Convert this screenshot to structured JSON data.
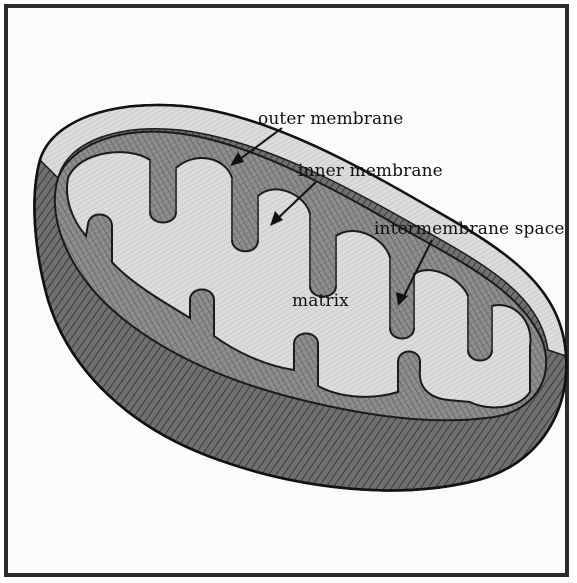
{
  "labels": {
    "outer_membrane": "outer membrane",
    "inner_membrane": "inner membrane",
    "intermembrane_space": "intermembrane space",
    "matrix": "matrix"
  },
  "colors": {
    "ink": "#1a1a1a",
    "outer_shell": "#6a6a6a",
    "outer_shell_dark": "#3c3c3c",
    "interior": "#9a9a9a",
    "cristae_face": "#d6d6d6",
    "cristae_top": "#f4f4f4"
  }
}
